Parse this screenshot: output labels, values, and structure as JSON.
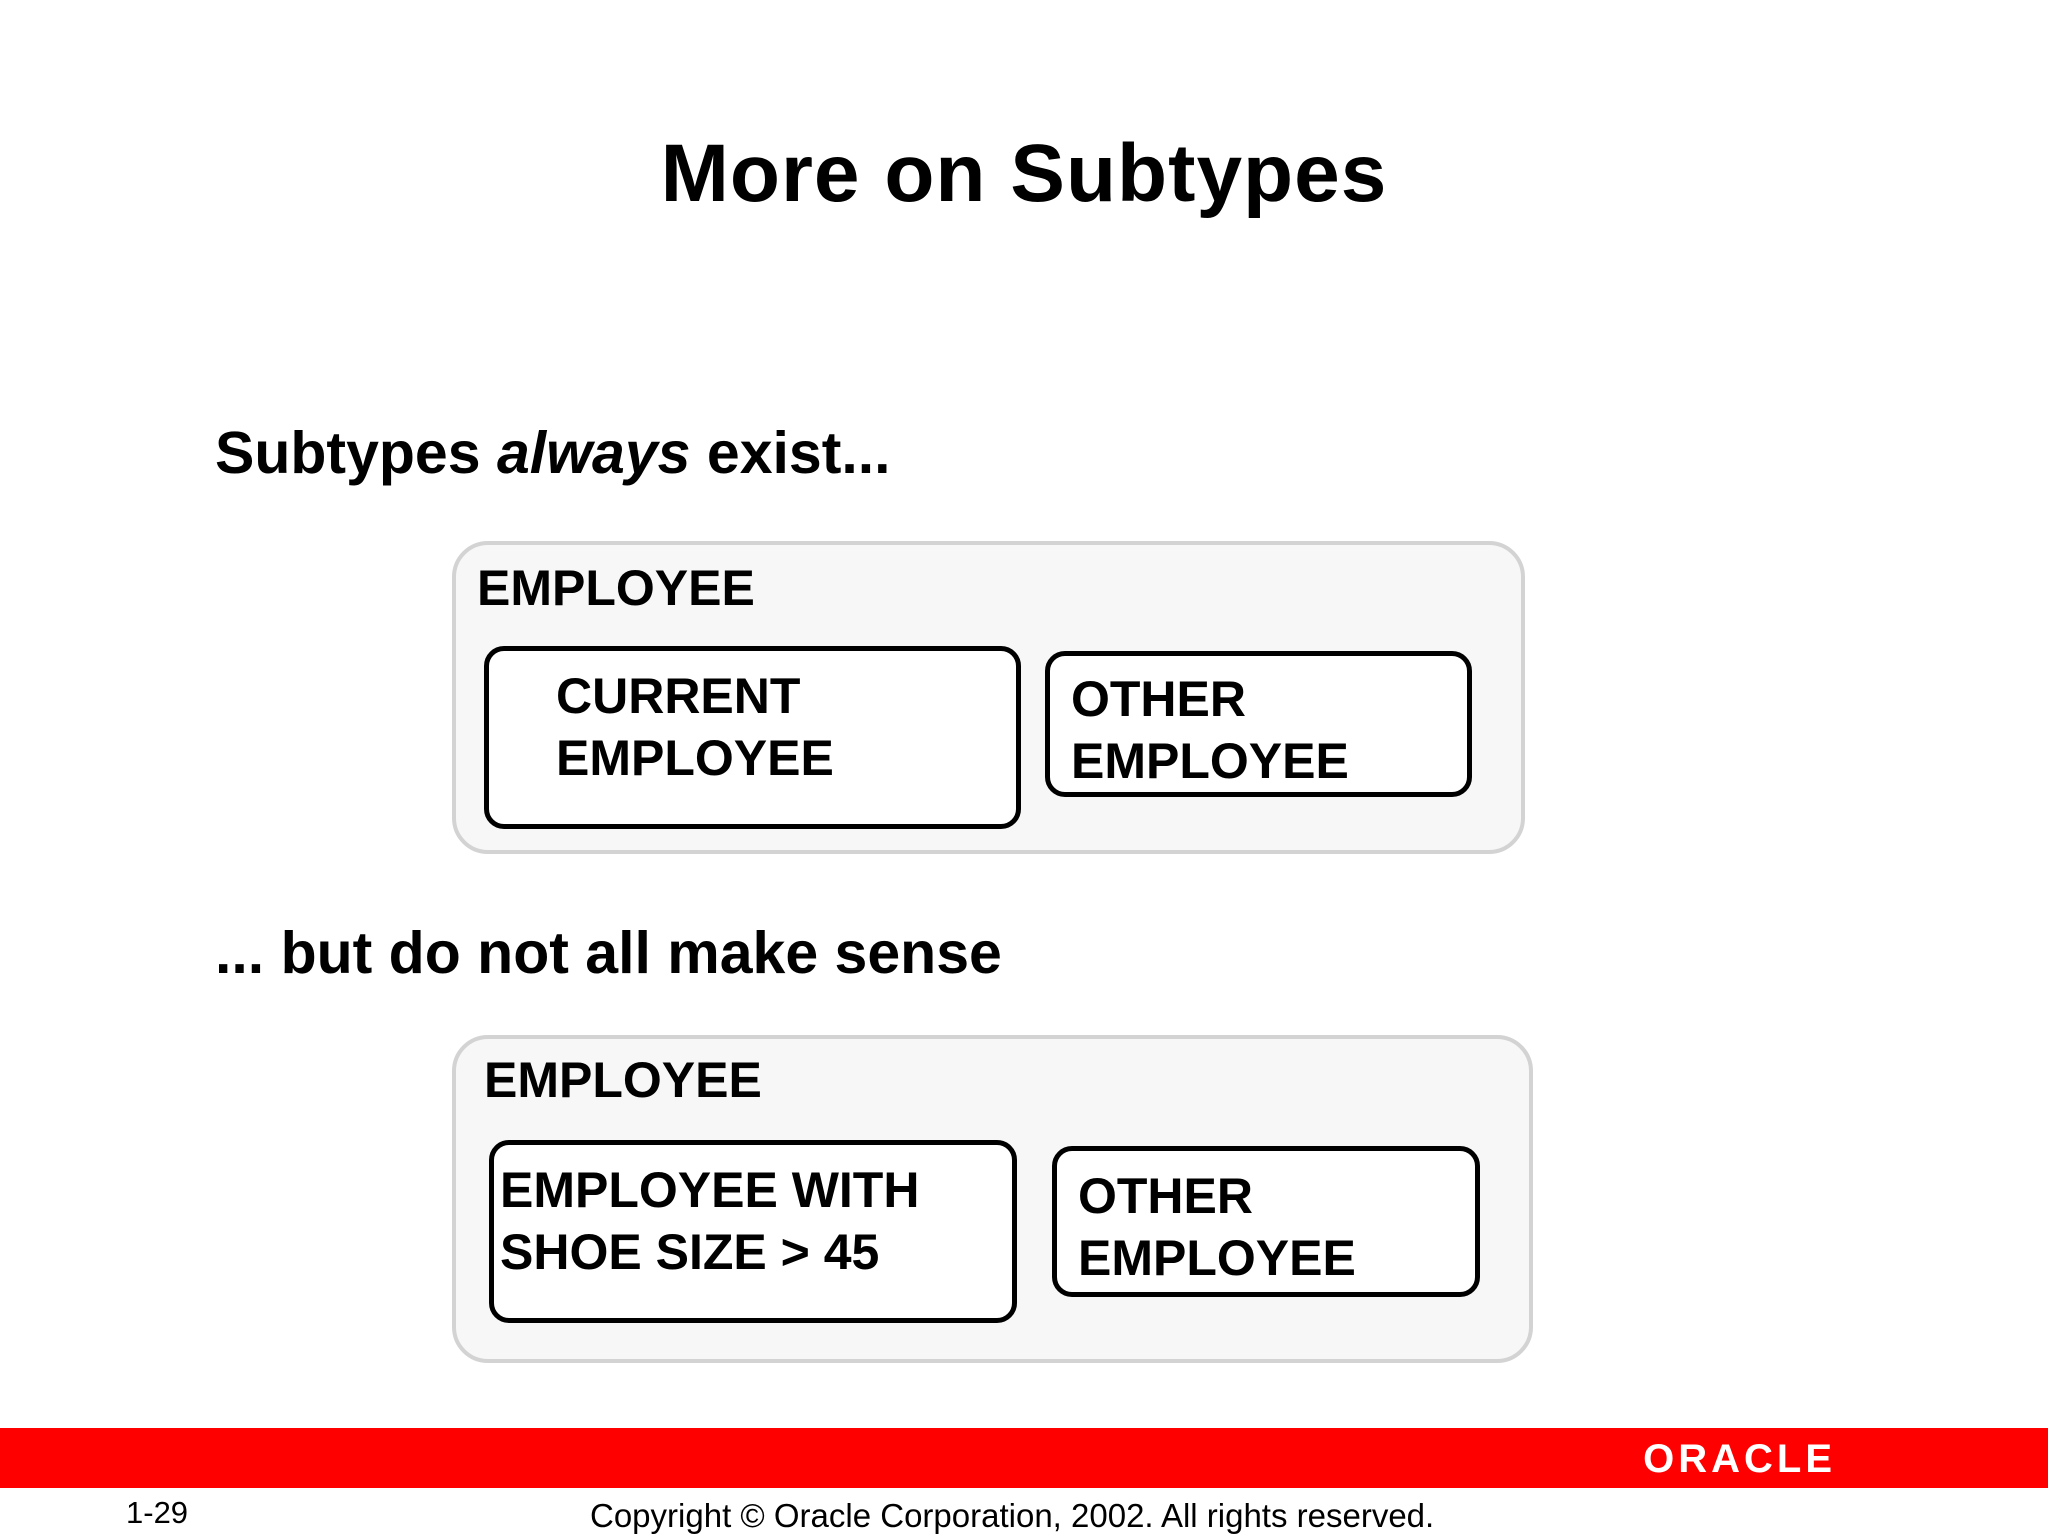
{
  "slide": {
    "title": "More on Subtypes"
  },
  "bullet1": {
    "prefix": "Subtypes ",
    "emphasis": "always",
    "suffix": " exist..."
  },
  "diagram1": {
    "supertype": "EMPLOYEE",
    "subtype_a": [
      "CURRENT",
      "EMPLOYEE"
    ],
    "subtype_b": [
      "OTHER",
      "EMPLOYEE"
    ]
  },
  "bullet2": {
    "text": "... but do not all make sense"
  },
  "diagram2": {
    "supertype": "EMPLOYEE",
    "subtype_a": [
      "EMPLOYEE WITH",
      "SHOE SIZE > 45"
    ],
    "subtype_b": [
      "OTHER",
      "EMPLOYEE"
    ]
  },
  "footer": {
    "page_number": "1-29",
    "copyright": "Copyright © Oracle Corporation, 2002. All rights reserved.",
    "logo": "ORACLE",
    "bar_color": "#ff0000"
  }
}
